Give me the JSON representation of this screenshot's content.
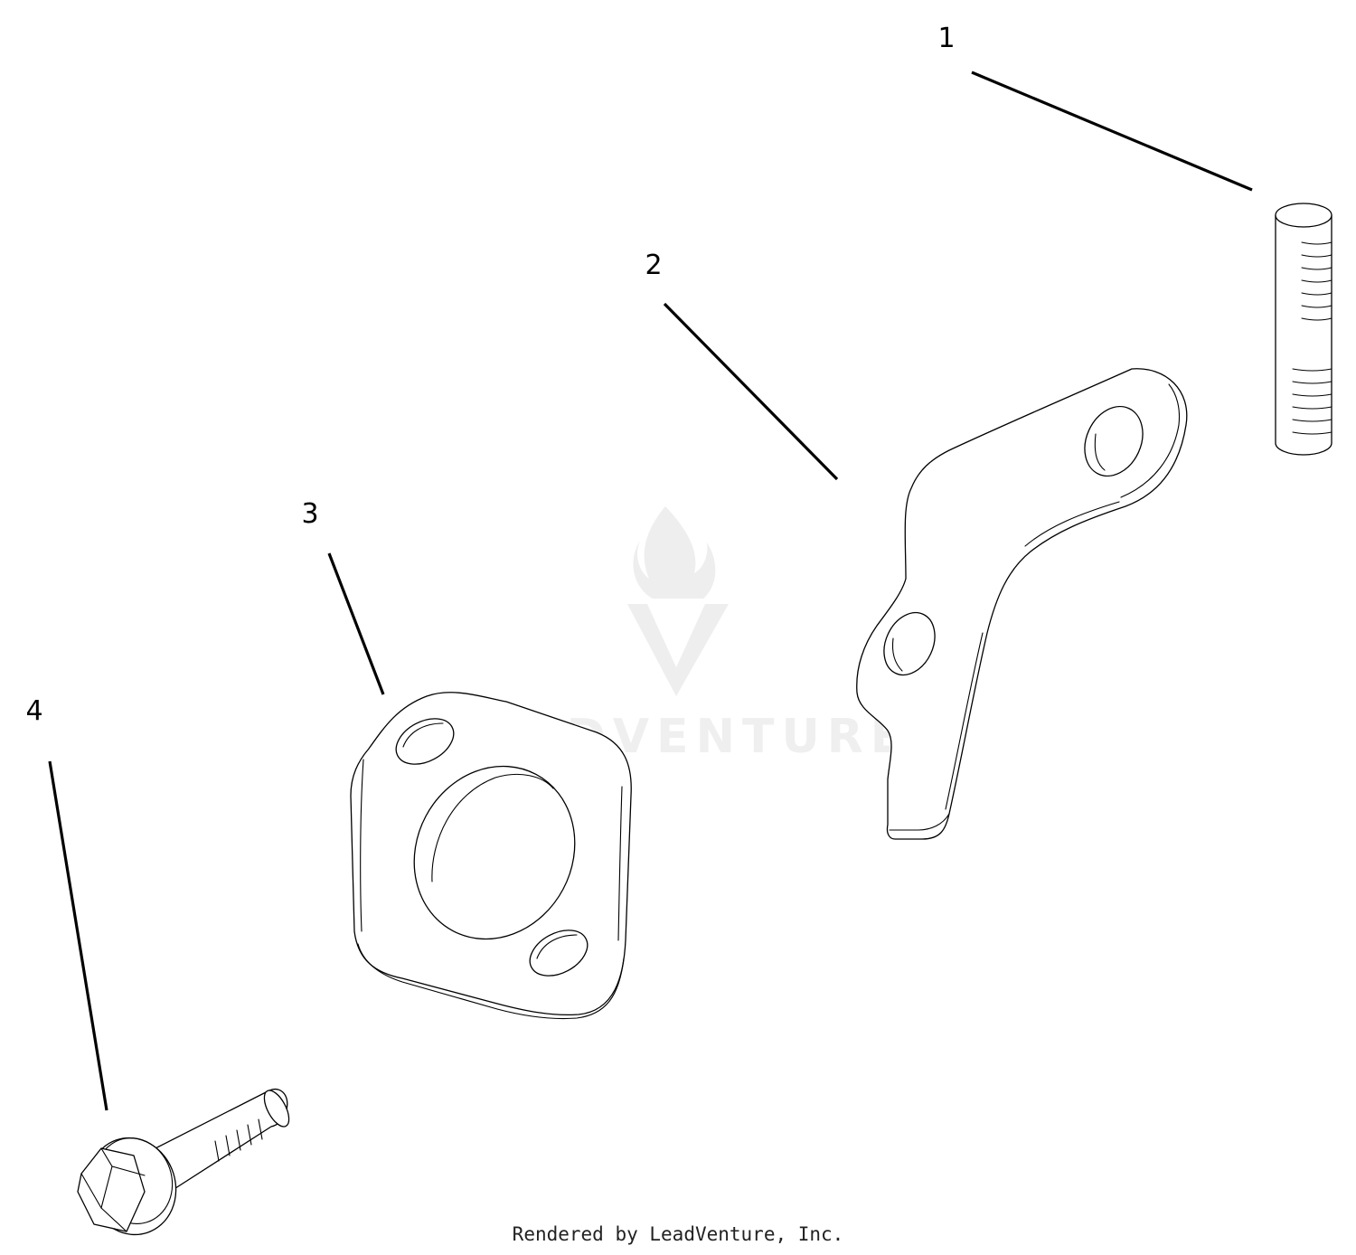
{
  "callouts": [
    {
      "number": "1",
      "part": "dowel-pin"
    },
    {
      "number": "2",
      "part": "bracket"
    },
    {
      "number": "3",
      "part": "gasket"
    },
    {
      "number": "4",
      "part": "flange-bolt"
    }
  ],
  "watermark": {
    "brand_text": "LEADVENTURE",
    "logo": "flame-v-logo"
  },
  "footer": {
    "credit": "Rendered by LeadVenture, Inc."
  }
}
